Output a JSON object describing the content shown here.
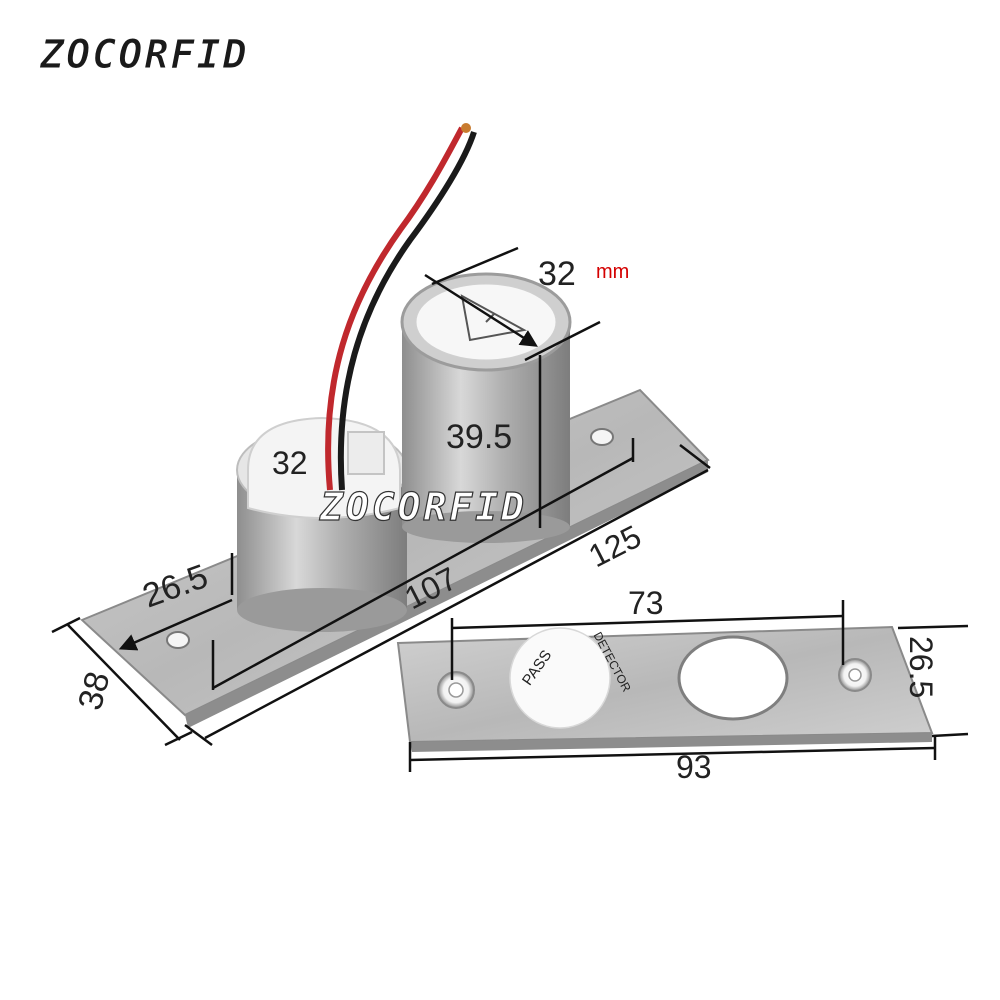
{
  "brand": {
    "logo_text": "ZOCORFID",
    "watermark_text": "ZOCORFID"
  },
  "dimensions": {
    "top_diameter": "32",
    "unit": "mm",
    "block_label": "32",
    "cylinder_height": "39.5",
    "plate_width_left": "26.5",
    "hole_spacing": "107",
    "plate_length": "125",
    "plate_depth": "38",
    "strike_hole_spacing": "73",
    "strike_width": "26.5",
    "strike_length": "93"
  },
  "sticker": {
    "line1": "PASS",
    "line2": "DETECTOR"
  },
  "colors": {
    "unit_red": "#d40000",
    "steel": "#b9b9b9",
    "wire_red": "#c0282d",
    "wire_black": "#1a1a1a"
  }
}
